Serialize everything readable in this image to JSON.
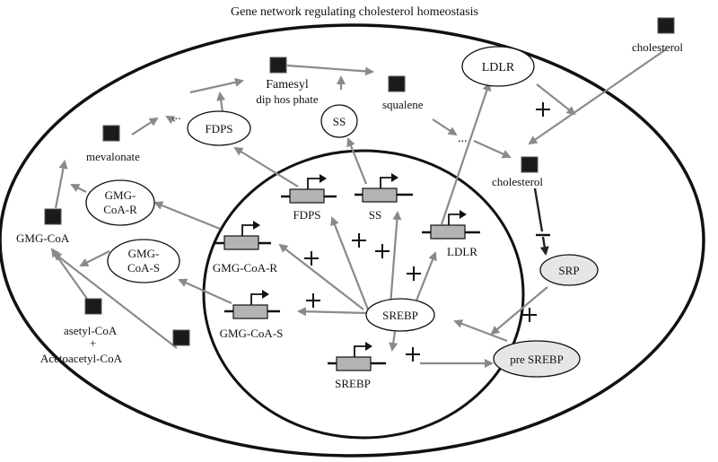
{
  "title": "Gene network regulating cholesterol homeostasis",
  "labels": {
    "famesyl_line1": "Famesyl",
    "famesyl_line2": "dip hos phate",
    "squalene": "squalene",
    "cholesterol_outside": "cholesterol",
    "cholesterol_inside": "cholesterol",
    "mevalonate": "mevalonate",
    "gmg_coa": "GMG-CoA",
    "asetyl_coa": "asetyl-CoA",
    "plus_sign": "+",
    "acetoacetyl_coa": "Acetoacetyl-CoA",
    "ellipsis_top": "...",
    "ellipsis_right": "..."
  },
  "ovals": {
    "ldlr": "LDLR",
    "fdps": "FDPS",
    "ss": "SS",
    "gmg_coa_r_line1": "GMG-",
    "gmg_coa_r_line2": "CoA-R",
    "gmg_coa_s_line1": "GMG-",
    "gmg_coa_s_line2": "CoA-S",
    "srp": "SRP",
    "srebp": "SREBP",
    "pre_srebp": "pre SREBP"
  },
  "genes": {
    "fdps": "FDPS",
    "ss": "SS",
    "ldlr": "LDLR",
    "gmg_coa_r": "GMG-CoA-R",
    "gmg_coa_s": "GMG-CoA-S",
    "srebp": "SREBP"
  },
  "colors": {
    "arrow": "#8a8a8a",
    "metabolite_marker": "#1a1a1a",
    "gene_box": "#b3b3b3",
    "grey_oval": "#e6e6e6"
  }
}
